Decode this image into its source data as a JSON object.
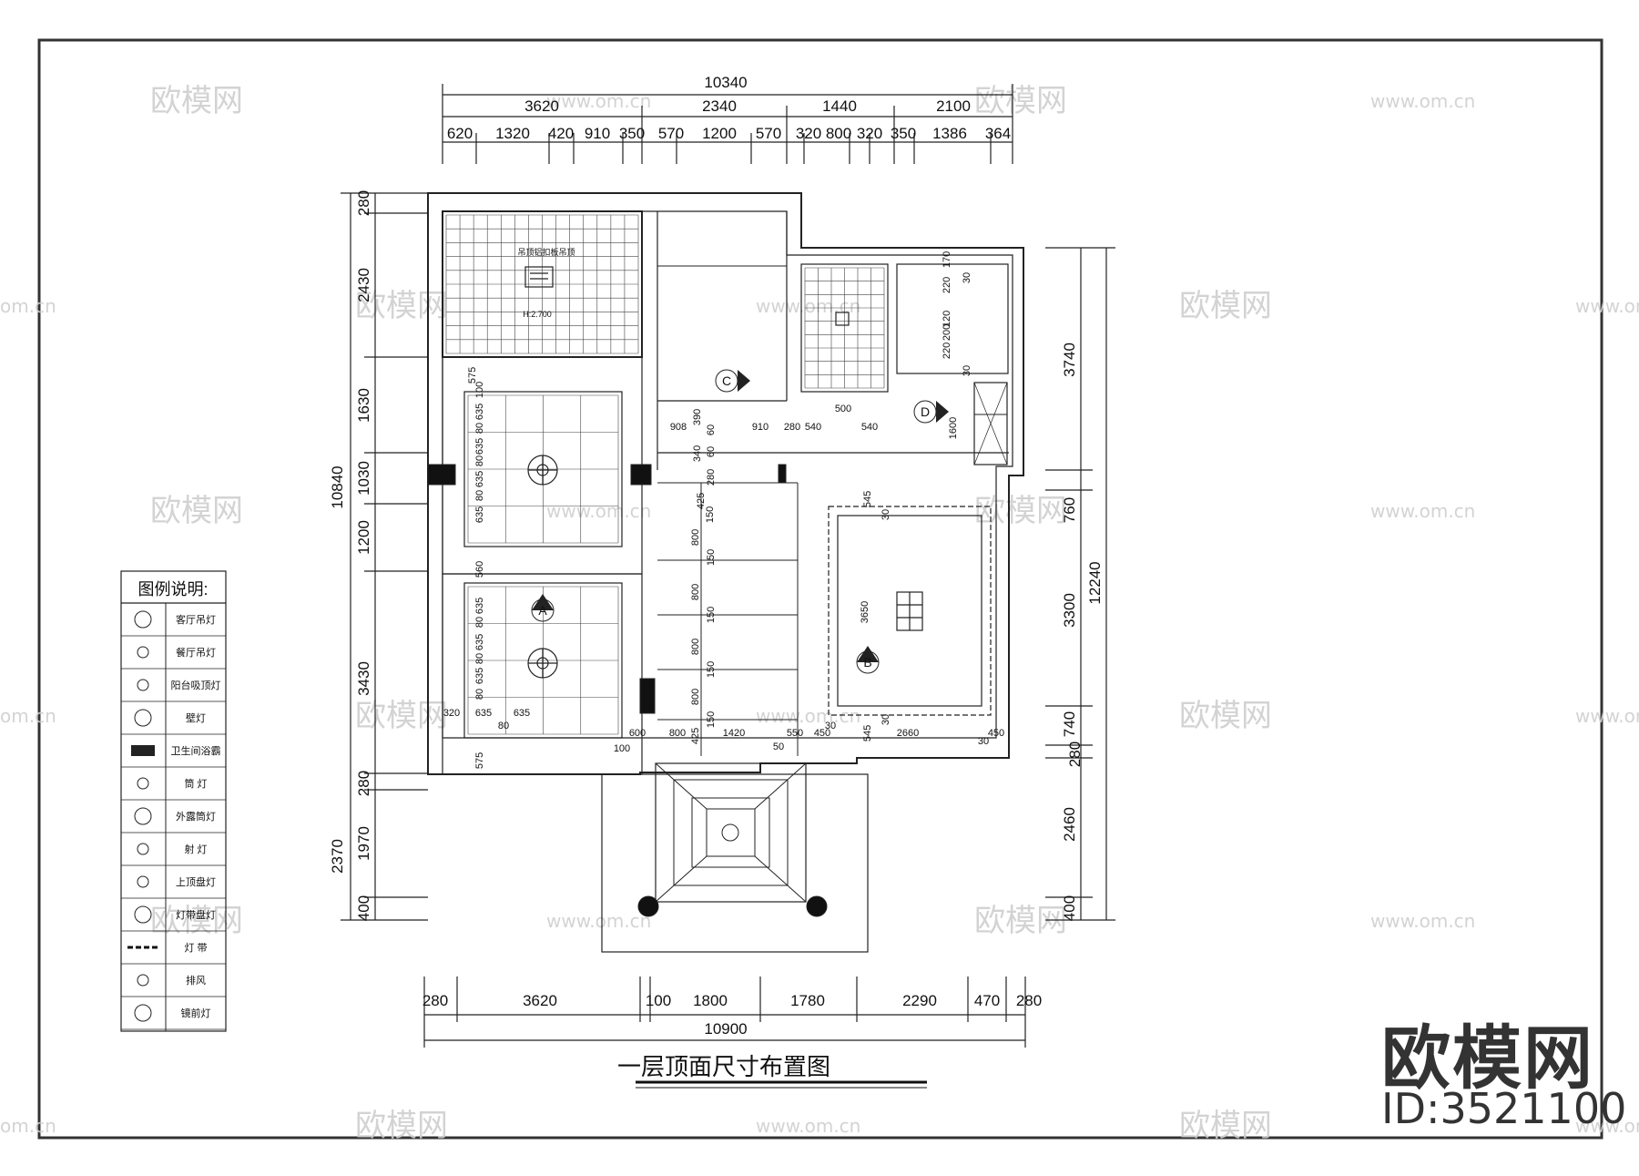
{
  "drawing": {
    "title": "一层顶面尺寸布置图",
    "top_total": "10340",
    "top_groups": [
      "3620",
      "2340",
      "1440",
      "2100"
    ],
    "top_segments": [
      "620",
      "1320",
      "420",
      "910",
      "350",
      "570",
      "1200",
      "570",
      "320",
      "800",
      "320",
      "350",
      "1386",
      "364"
    ],
    "bottom_total": "10900",
    "bottom_segments": [
      "280",
      "3620",
      "100",
      "1800",
      "1780",
      "2290",
      "470",
      "280"
    ],
    "left_total": "10840",
    "left_outer": [
      "2370"
    ],
    "left_segments": [
      "280",
      "2430",
      "1630",
      "1030",
      "1200",
      "3430",
      "280",
      "1970",
      "400"
    ],
    "right_total": "12240",
    "right_segments": [
      "3740",
      "760",
      "3300",
      "740",
      "280",
      "2460",
      "400"
    ],
    "inner_labels": [
      "575",
      "100",
      "635",
      "80",
      "635",
      "80",
      "635",
      "80",
      "635",
      "560",
      "635",
      "80",
      "635",
      "80",
      "635",
      "80",
      "575",
      "320",
      "635",
      "80",
      "635",
      "600",
      "100",
      "800",
      "1420",
      "550",
      "450",
      "30",
      "2660",
      "450",
      "30",
      "50",
      "425",
      "150",
      "800",
      "150",
      "800",
      "150",
      "800",
      "150",
      "800",
      "150",
      "425",
      "545",
      "30",
      "3650",
      "30",
      "545",
      "908",
      "910",
      "280",
      "540",
      "540",
      "500",
      "390",
      "60",
      "60",
      "340",
      "280",
      "170",
      "220",
      "30",
      "120",
      "200",
      "220",
      "30",
      "1600",
      "H:2.700",
      "吊顶铝扣板吊顶"
    ],
    "section_marks": [
      "A",
      "B",
      "C",
      "D"
    ]
  },
  "legend": {
    "title": "图例说明:",
    "items": [
      {
        "icon": "chandelier-square-icon",
        "label": "客厅吊灯"
      },
      {
        "icon": "dining-pendant-icon",
        "label": "餐厅吊灯"
      },
      {
        "icon": "balcony-ceiling-light-icon",
        "label": "阳台吸顶灯"
      },
      {
        "icon": "wall-lamp-icon",
        "label": "壁灯"
      },
      {
        "icon": "bath-heater-icon",
        "label": "卫生间浴霸"
      },
      {
        "icon": "downlight-icon",
        "label": "筒  灯"
      },
      {
        "icon": "exposed-downlight-icon",
        "label": "外露筒灯"
      },
      {
        "icon": "ceiling-spot-icon",
        "label": "射  灯"
      },
      {
        "icon": "ceiling-grid-light-icon",
        "label": "上顶盘灯"
      },
      {
        "icon": "round-ceiling-light-icon",
        "label": "灯带盘灯"
      },
      {
        "icon": "light-strip-icon",
        "label": "灯  带"
      },
      {
        "icon": "exhaust-fan-icon",
        "label": "排风"
      },
      {
        "icon": "mirror-light-icon",
        "label": "镜前灯"
      }
    ]
  },
  "watermarks": {
    "logo": "欧模网",
    "url": "www.om.cn",
    "url_short": "om.cn"
  },
  "brand": {
    "logo": "欧模网",
    "id": "ID:3521100"
  }
}
